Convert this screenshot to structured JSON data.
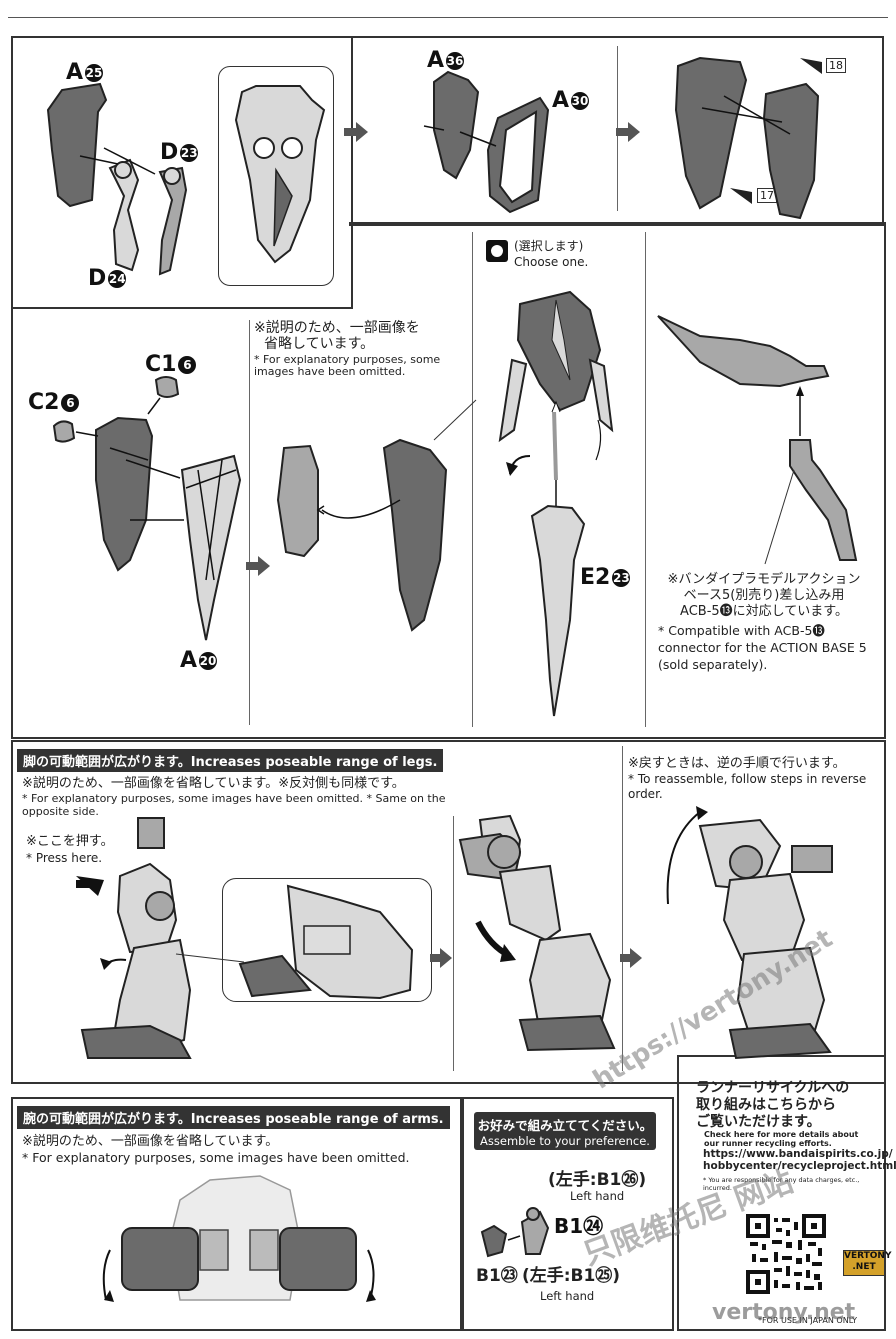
{
  "step1": {
    "a25": "A",
    "a25_num": "25",
    "d23": "D",
    "d23_num": "23",
    "d24": "D",
    "d24_num": "24",
    "a36": "A",
    "a36_num": "36",
    "a30": "A",
    "a30_num": "30",
    "mark18": "18",
    "mark17": "17"
  },
  "step2": {
    "c1": "C1",
    "c1_num": "6",
    "c2": "C2",
    "c2_num": "6",
    "a20": "A",
    "a20_num": "20",
    "note_jp_line1": "※説明のため、一部画像を",
    "note_jp_line2": "省略しています。",
    "note_en": "* For explanatory purposes, some images have been omitted.",
    "choose_jp": "(選択します)",
    "choose_en": "Choose one.",
    "e2": "E2",
    "e2_num": "23",
    "base_jp_line1": "※バンダイプラモデルアクション",
    "base_jp_line2": "ベース5(別売り)差し込み用",
    "base_jp_line3": "ACB-5⓭に対応しています。",
    "base_en": "* Compatible with ACB-5⓭ connector for the ACTION BASE 5 (sold separately)."
  },
  "legs": {
    "banner_jp": "脚の可動範囲が広がります。",
    "banner_en": "Increases poseable range of legs.",
    "note_jp": "※説明のため、一部画像を省略しています。※反対側も同様です。",
    "note_en": "* For explanatory purposes, some images have been omitted. * Same on the opposite side.",
    "press_jp": "※ここを押す。",
    "press_en": "* Press here.",
    "reverse_jp": "※戻すときは、逆の手順で行います。",
    "reverse_en": "* To reassemble, follow steps in reverse order."
  },
  "arms": {
    "banner_jp": "腕の可動範囲が広がります。",
    "banner_en": "Increases poseable range of arms.",
    "note_jp": "※説明のため、一部画像を省略しています。",
    "note_en": "* For explanatory purposes, some images have been omitted."
  },
  "hands": {
    "title_jp": "お好みで組み立ててください。",
    "title_en": "Assemble to your preference.",
    "left_top": "(左手:B1㉖)",
    "left_top_en": "Left hand",
    "b124": "B1㉔",
    "b123": "B1㉓",
    "left_bottom": "(左手:B1㉕)",
    "left_bottom_en": "Left hand"
  },
  "recycle": {
    "title_jp_line1": "ランナーリサイクルへの",
    "title_jp_line2": "取り組みはこちらから",
    "title_jp_line3": "ご覧いただけます。",
    "en": "Check here for more details about our runner recycling efforts.",
    "url_line1": "https://www.bandaispirits.co.jp/",
    "url_line2": "hobbycenter/recycleproject.html",
    "fine": "* You are responsible for any data charges, etc., incurred.",
    "footer": "*FOR USE IN JAPAN ONLY"
  },
  "watermark": {
    "url": "https://vertony.net",
    "cn": "只限维托尼 网站",
    "brand": "VERTONY .NET",
    "bottom": "vertony.net"
  }
}
